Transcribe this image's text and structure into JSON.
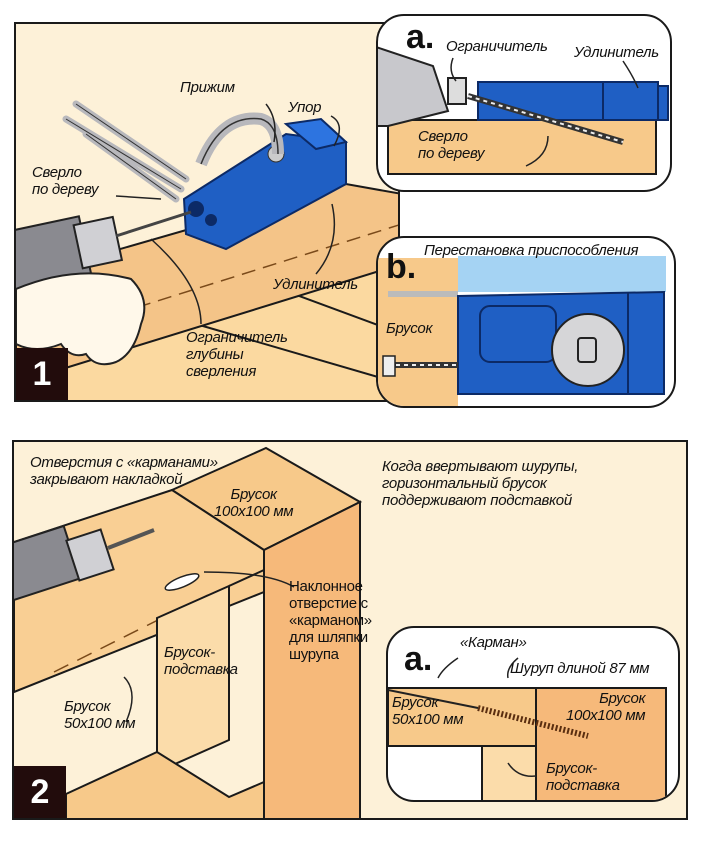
{
  "figure1": {
    "number": "1",
    "labels": {
      "clamp": "Прижим",
      "stop": "Упор",
      "wood_drill": "Сверло\nпо дереву",
      "extender": "Удлинитель",
      "depth_limiter": "Ограничитель\nглубины\nсверления"
    },
    "inset_a": {
      "letter": "a.",
      "limiter": "Ограничитель",
      "extender": "Удлинитель",
      "wood_drill": "Сверло\nпо дереву"
    },
    "inset_b": {
      "letter": "b.",
      "title": "Перестановка приспособления",
      "bar": "Брусок"
    }
  },
  "figure2": {
    "number": "2",
    "labels": {
      "pocket_cover": "Отверстия с «карманами»\nзакрывают накладкой",
      "bar_100": "Брусок\n100х100 мм",
      "inclined_hole": "Наклонное\nотверстие с\n«карманом»\nдля шляпки\nшурупа",
      "support_bar": "Брусок-\nподставка",
      "bar_50": "Брусок\n50х100 мм",
      "note": "Когда ввертывают шурупы,\nгоризонтальный брусок\nподдерживают подставкой"
    },
    "inset_a": {
      "letter": "a.",
      "pocket": "«Карман»",
      "screw": "Шуруп длиной 87 мм",
      "bar_100": "Брусок\n100х100 мм",
      "bar_50": "Брусок\n50х100 мм",
      "support_bar": "Брусок-\nподставка"
    }
  },
  "colors": {
    "background": "#fdf1d8",
    "wood": "#f7c98a",
    "wood_light": "#fbdcaa",
    "jig_blue": "#1f5fc4",
    "drill_gray": "#8a8a90",
    "badge": "#220c0c"
  }
}
